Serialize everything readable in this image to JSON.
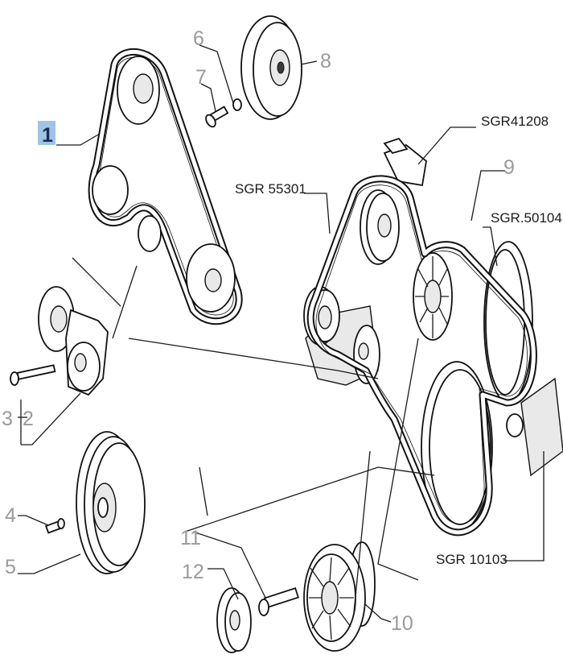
{
  "callouts": {
    "c1": "1",
    "c2": "2",
    "c3": "3",
    "c4": "4",
    "c5": "5",
    "c6": "6",
    "c7": "7",
    "c8": "8",
    "c9": "9",
    "c10": "10",
    "c11": "11",
    "c12": "12"
  },
  "part_codes": {
    "sgr41208": "SGR41208",
    "sgr55301": "SGR 55301",
    "sgr50104": "SGR.50104",
    "sgr10103": "SGR 10103"
  },
  "colors": {
    "highlight_box": "#9fc4e6",
    "highlight_text": "#1c2c54",
    "callout_grey": "#9a9a9a"
  }
}
